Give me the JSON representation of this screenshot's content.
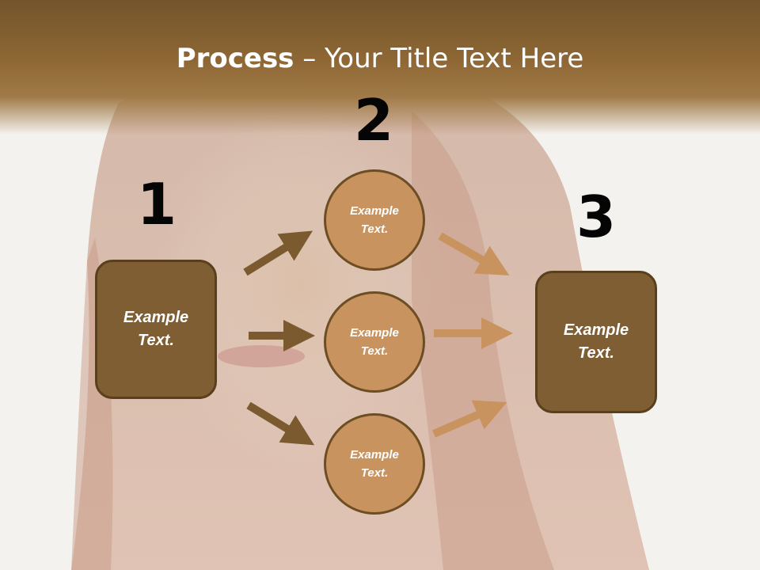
{
  "header": {
    "title_bold": "Process",
    "title_rest": " – Your Title Text Here"
  },
  "steps": {
    "step1": {
      "number": "1",
      "label": "Example Text."
    },
    "step2": {
      "number": "2",
      "labels": [
        "Example Text.",
        "Example Text.",
        "Example Text."
      ]
    },
    "step3": {
      "number": "3",
      "label": "Example Text."
    }
  },
  "colors": {
    "header": "#8e6734",
    "box_fill": "#7f5e33",
    "circle_fill": "#c8935e",
    "arrow_dark": "#7a5a2e",
    "arrow_light": "#c8935e"
  }
}
